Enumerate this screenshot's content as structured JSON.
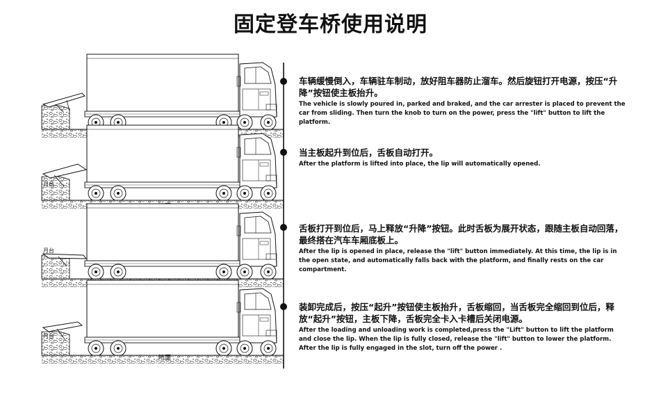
{
  "title": "固定登车桥使用说明",
  "steps": [
    {
      "zh": "车辆缓慢倒入，车辆驻车制动，放好阻车器防止溜车。然后旋钮打开电源，按压“升降”按钮使主板抬升。",
      "en": "The vehicle is slowly poured in, parked and braked, and the car arrester is placed to prevent the car from sliding. Then turn the knob to turn on the power, press the \"lift\" button to lift the platform."
    },
    {
      "zh": "当主板起升到位后，舌板自动打开。",
      "en": "After the platform is lifted into place, the lip will automatically opened."
    },
    {
      "zh": "舌板打开到位后，马上释放“升降”按钮。此时舌板为展开状态，跟随主板自动回落，最终搭在汽车车厢底板上。",
      "en": "After the lip is opened in place, release the \"lift\" button immediately. At this time, the lip is in the open state, and automatically falls back with the platform, and finally rests on the car compartment."
    },
    {
      "zh": "装卸完成后，按压“起升”按钮使主板抬升，舌板缩回，当舌板完全缩回到位后，释放“起升”按钮，主板下降，舌板完全卡入卡槽后关闭电源。",
      "en": "After the loading and unloading work is completed,press the \"Lift\" button to lift the platform and close the lip. When the lip is fully closed, release the \"lift\" button to lower the platform. After the lip is fully engaged in the slot, turn off the power ."
    }
  ],
  "ground_label": "地面",
  "side_label": "月台"
}
